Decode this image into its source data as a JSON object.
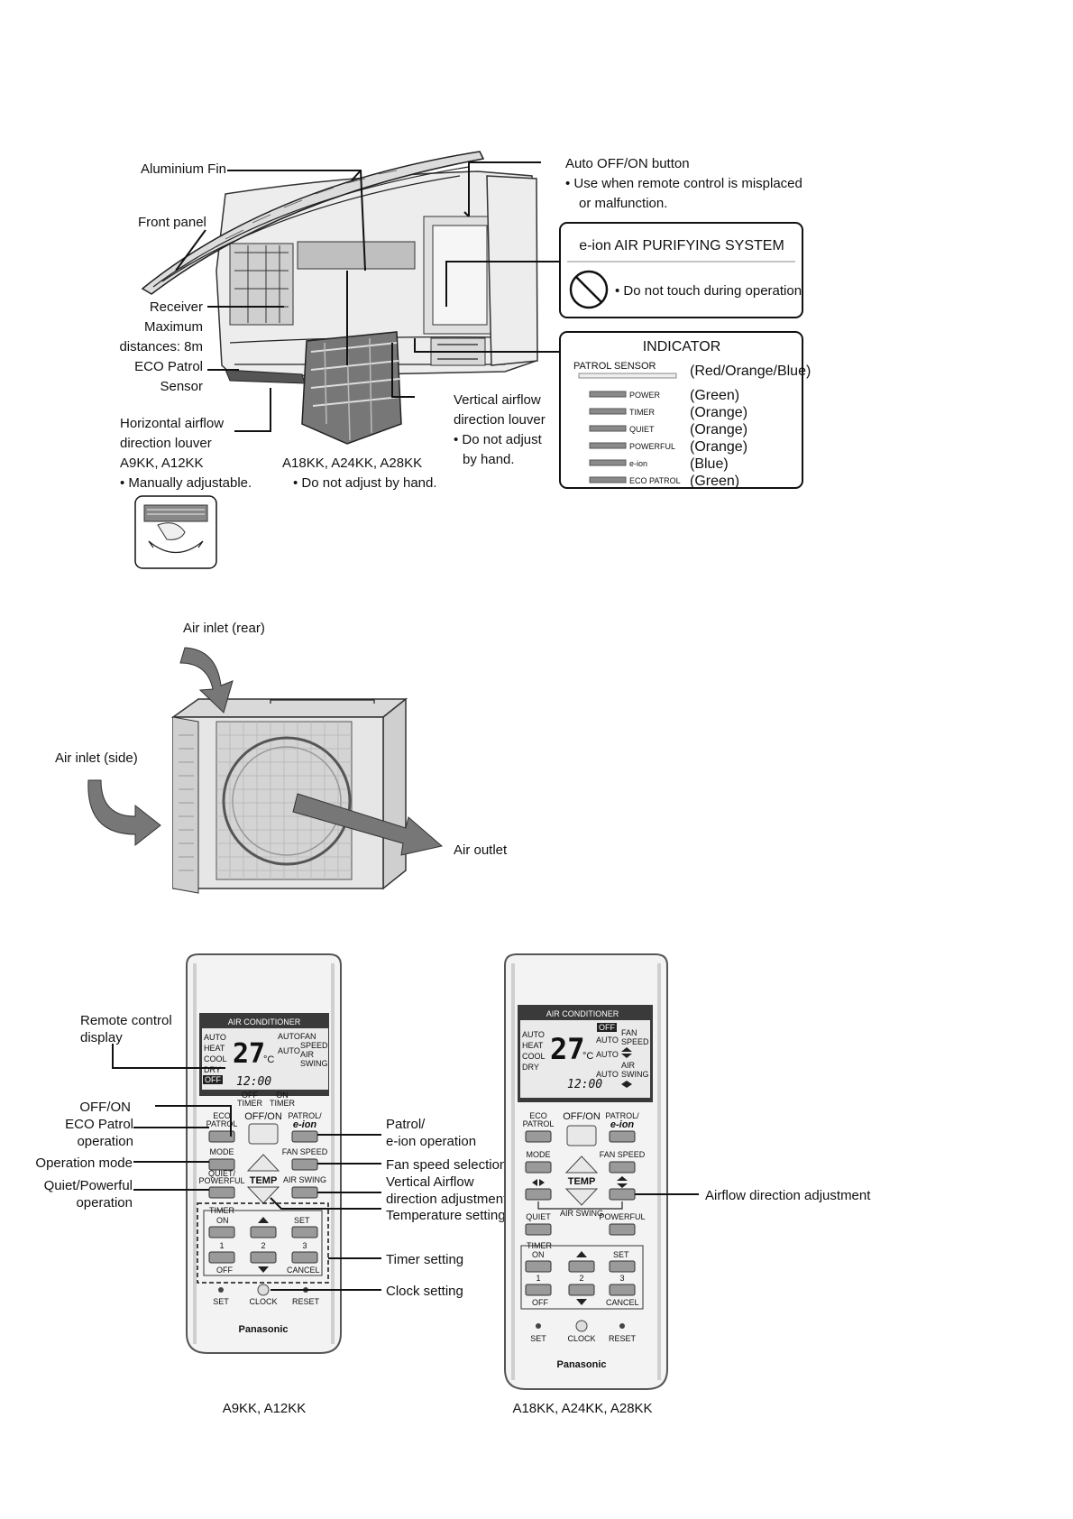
{
  "indoor_unit": {
    "labels": {
      "aluminium_fin": "Aluminium Fin",
      "front_panel": "Front panel",
      "receiver_1": "Receiver",
      "receiver_2": "Maximum",
      "receiver_3": "distances: 8m",
      "eco_patrol_1": "ECO Patrol",
      "eco_patrol_2": "Sensor",
      "horizontal_1": "Horizontal airflow",
      "horizontal_2": "direction louver",
      "horizontal_3": "A9KK, A12KK",
      "horizontal_4": "•  Manually adjustable.",
      "models_large_1": "A18KK, A24KK, A28KK",
      "models_large_2": "•  Do not adjust by hand.",
      "vertical_1": "Vertical airflow",
      "vertical_2": "direction louver",
      "vertical_3": "• Do not adjust",
      "vertical_4": "by hand.",
      "auto_button_1": "Auto OFF/ON button",
      "auto_button_2": "•  Use when remote control is misplaced",
      "auto_button_3": "or malfunction."
    },
    "eion_box": {
      "title": "e-ion AIR PURIFYING SYSTEM",
      "warning": "• Do not touch during operation"
    },
    "indicator_box": {
      "title": "INDICATOR",
      "patrol_sensor": "PATROL SENSOR",
      "patrol_colors": "(Red/Orange/Blue)",
      "rows": [
        {
          "name": "POWER",
          "color": "(Green)"
        },
        {
          "name": "TIMER",
          "color": "(Orange)"
        },
        {
          "name": "QUIET",
          "color": "(Orange)"
        },
        {
          "name": "POWERFUL",
          "color": "(Orange)"
        },
        {
          "name": "e-ion",
          "color": "(Blue)"
        },
        {
          "name": "ECO PATROL",
          "color": "(Green)"
        }
      ]
    }
  },
  "outdoor_unit": {
    "air_inlet_rear": "Air inlet (rear)",
    "air_inlet_side": "Air inlet (side)",
    "air_outlet": "Air outlet"
  },
  "remote_small": {
    "caption": "A9KK, A12KK",
    "header": "AIR CONDITIONER",
    "modes": [
      "AUTO",
      "HEAT",
      "COOL",
      "DRY"
    ],
    "off_tag": "OFF",
    "temperature": "27",
    "unit": "°C",
    "auto_1": "AUTO",
    "auto_2": "AUTO",
    "fan_speed_1": "FAN",
    "fan_speed_2": "SPEED",
    "air_swing_1": "AIR",
    "air_swing_2": "SWING",
    "clock": "12:00",
    "off_timer_1": "OFF",
    "off_timer_2": "TIMER",
    "on_timer_1": "ON",
    "on_timer_2": "TIMER",
    "buttons": {
      "eco_1": "ECO",
      "eco_2": "PATROL",
      "offon": "OFF/ON",
      "patrol_1": "PATROL/",
      "patrol_2": "e-ion",
      "mode": "MODE",
      "fan_speed": "FAN SPEED",
      "quiet_1": "QUIET/",
      "quiet_2": "POWERFUL",
      "temp": "TEMP",
      "air_swing": "AIR SWING",
      "timer": "TIMER",
      "on": "ON",
      "set": "SET",
      "one": "1",
      "two": "2",
      "three": "3",
      "off": "OFF",
      "cancel": "CANCEL",
      "set_small": "SET",
      "clock_small": "CLOCK",
      "reset_small": "RESET"
    },
    "brand": "Panasonic",
    "callouts_left": {
      "display_1": "Remote control",
      "display_2": "display",
      "offon": "OFF/ON",
      "eco_1": "ECO Patrol",
      "eco_2": "operation",
      "mode": "Operation mode",
      "quiet_1": "Quiet/Powerful",
      "quiet_2": "operation"
    },
    "callouts_right": {
      "patrol_1": "Patrol/",
      "patrol_2": "e-ion operation",
      "fan": "Fan speed selection",
      "vertical_1": "Vertical Airflow",
      "vertical_2": "direction adjustment",
      "temp": "Temperature setting",
      "timer": "Timer setting",
      "clock": "Clock setting"
    }
  },
  "remote_large": {
    "caption": "A18KK, A24KK, A28KK",
    "header": "AIR CONDITIONER",
    "modes": [
      "AUTO",
      "HEAT",
      "COOL",
      "DRY"
    ],
    "off_tag": "OFF",
    "temperature": "27",
    "unit": "°C",
    "auto_1": "AUTO",
    "auto_2": "AUTO",
    "auto_3": "AUTO",
    "fan_speed_1": "FAN",
    "fan_speed_2": "SPEED",
    "air_swing_1": "AIR",
    "air_swing_2": "SWING",
    "clock": "12:00",
    "buttons": {
      "eco_1": "ECO",
      "eco_2": "PATROL",
      "offon": "OFF/ON",
      "patrol_1": "PATROL/",
      "patrol_2": "e-ion",
      "mode": "MODE",
      "fan_speed": "FAN SPEED",
      "temp": "TEMP",
      "quiet": "QUIET",
      "air_swing": "AIR SWING",
      "powerful": "POWERFUL",
      "timer": "TIMER",
      "on": "ON",
      "set": "SET",
      "one": "1",
      "two": "2",
      "three": "3",
      "off": "OFF",
      "cancel": "CANCEL",
      "set_small": "SET",
      "clock_small": "CLOCK",
      "reset_small": "RESET"
    },
    "brand": "Panasonic",
    "callout_airflow": "Airflow direction adjustment"
  }
}
